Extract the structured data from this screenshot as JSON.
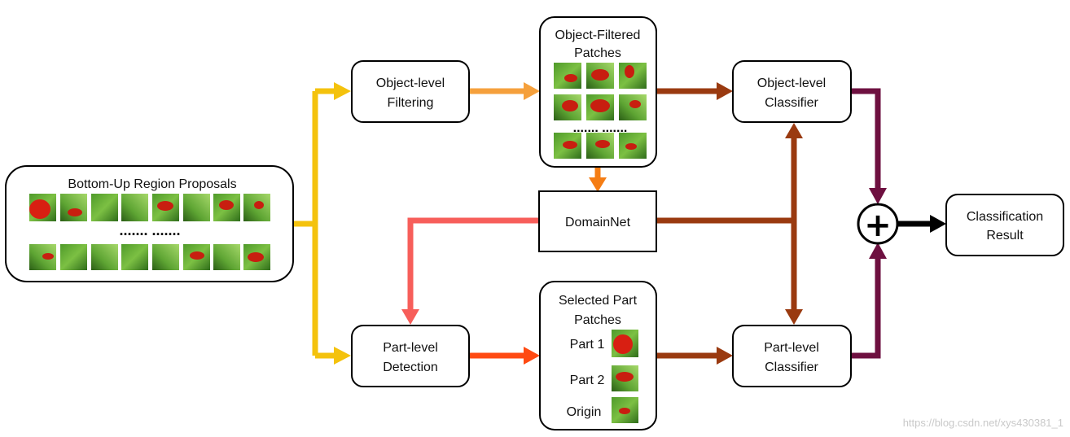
{
  "diagram": {
    "proposals": {
      "title": "Bottom-Up Region Proposals",
      "dots": "....... ......."
    },
    "object_filtering": {
      "line1": "Object-level",
      "line2": "Filtering"
    },
    "object_patches": {
      "line1": "Object-Filtered",
      "line2": "Patches",
      "dots": "....... ......."
    },
    "object_classifier": {
      "line1": "Object-level",
      "line2": "Classifier"
    },
    "domainnet": {
      "label": "DomainNet"
    },
    "part_detection": {
      "line1": "Part-level",
      "line2": "Detection"
    },
    "part_patches": {
      "line1": "Selected Part",
      "line2": "Patches",
      "items": [
        "Part 1",
        "Part 2",
        "Origin"
      ]
    },
    "part_classifier": {
      "line1": "Part-level",
      "line2": "Classifier"
    },
    "combine": {
      "symbol": "+"
    },
    "result": {
      "line1": "Classification",
      "line2": "Result"
    }
  },
  "colors": {
    "yellow": "#f4c20d",
    "orange_light": "#f5a03c",
    "orange": "#f57d14",
    "salmon": "#f75e5a",
    "red_orange": "#ff4a12",
    "brown": "#9a3a10",
    "maroon": "#6e1040",
    "black": "#000000"
  },
  "watermark": "https://blog.csdn.net/xys430381_1"
}
